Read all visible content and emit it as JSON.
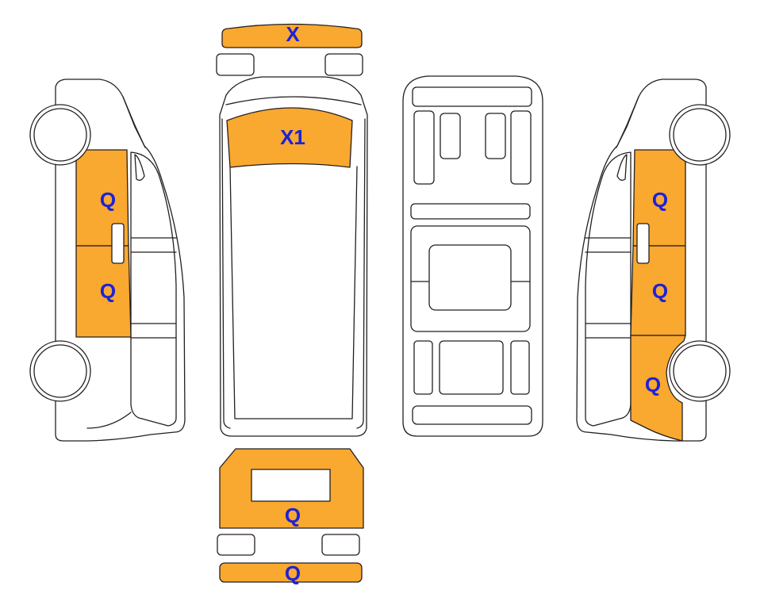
{
  "colors": {
    "damage_fill": "#f9a830",
    "label": "#1d22d6",
    "outline": "#231f20"
  },
  "labels": {
    "front_bumper": "X",
    "windshield": "X1",
    "left_front_door": "Q",
    "left_sliding_door": "Q",
    "right_front_door": "Q",
    "right_sliding_door": "Q",
    "right_rear_quarter": "Q",
    "rear_doors": "Q",
    "rear_bumper": "Q"
  }
}
